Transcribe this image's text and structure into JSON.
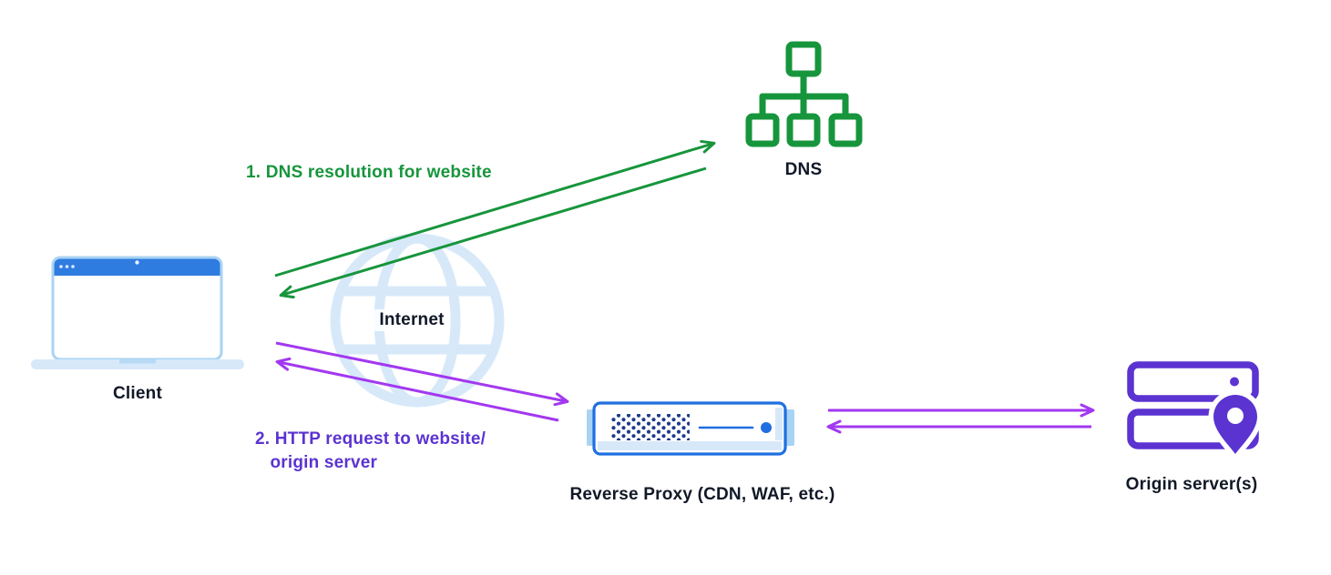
{
  "diagram": {
    "nodes": {
      "client": {
        "label": "Client"
      },
      "internet": {
        "label": "Internet"
      },
      "dns": {
        "label": "DNS"
      },
      "reverse_proxy": {
        "label": "Reverse Proxy (CDN, WAF, etc.)"
      },
      "origin": {
        "label": "Origin server(s)"
      }
    },
    "steps": {
      "step1": {
        "label": "1. DNS resolution for website"
      },
      "step2": {
        "label": "2. HTTP request to website/\n   origin server"
      }
    },
    "colors": {
      "green": "#17953c",
      "arrow_purple": "#a238f0",
      "deep_purple": "#5b33d1",
      "blue": "#1f6fe0",
      "navy": "#1e3a8a",
      "pale_blue": "#d7e9f9",
      "sky_border": "#a9d3f3",
      "laptop_bar": "#2f7ce0",
      "text": "#111827",
      "background": "#ffffff"
    }
  }
}
